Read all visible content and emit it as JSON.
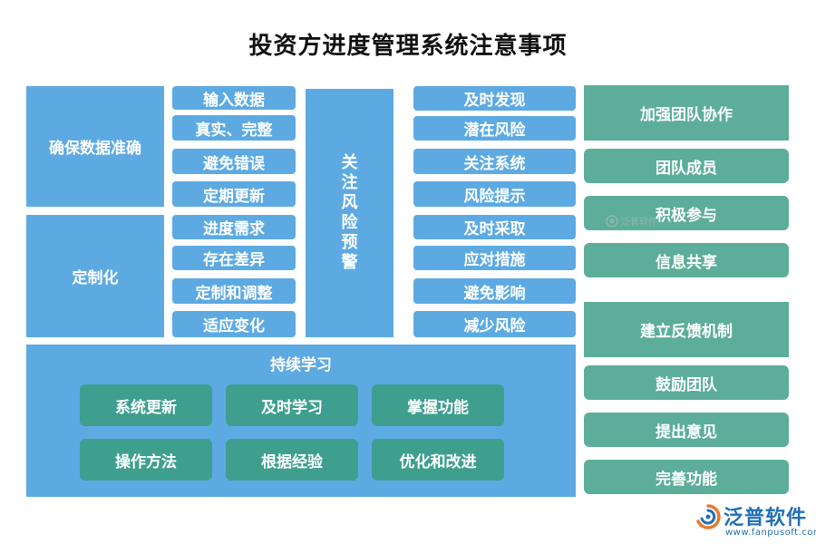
{
  "title": "投资方进度管理系统注意事项",
  "accuracy": {
    "label": "确保数据准确",
    "items": [
      "输入数据",
      "真实、完整",
      "避免错误",
      "定期更新"
    ]
  },
  "customize": {
    "label": "定制化",
    "items": [
      "进度需求",
      "存在差异",
      "定制和调整",
      "适应变化"
    ]
  },
  "risk": {
    "label": "关注风险预警",
    "items": [
      "及时发现",
      "潜在风险",
      "关注系统",
      "风险提示",
      "及时采取",
      "应对措施",
      "避免影响",
      "减少风险"
    ]
  },
  "learning": {
    "label": "持续学习",
    "items": [
      "系统更新",
      "及时学习",
      "掌握功能",
      "操作方法",
      "根据经验",
      "优化和改进"
    ]
  },
  "teamwork": {
    "label": "加强团队协作",
    "items": [
      "团队成员",
      "积极参与",
      "信息共享"
    ]
  },
  "feedback": {
    "label": "建立反馈机制",
    "items": [
      "鼓励团队",
      "提出意见",
      "完善功能"
    ]
  },
  "watermark": "泛普软件",
  "logo": {
    "name": "泛普软件",
    "url": "www.fanpusoft.com"
  },
  "colors": {
    "blue": "#5daae3",
    "green": "#5cae9a",
    "teal": "#3e9f8f"
  }
}
